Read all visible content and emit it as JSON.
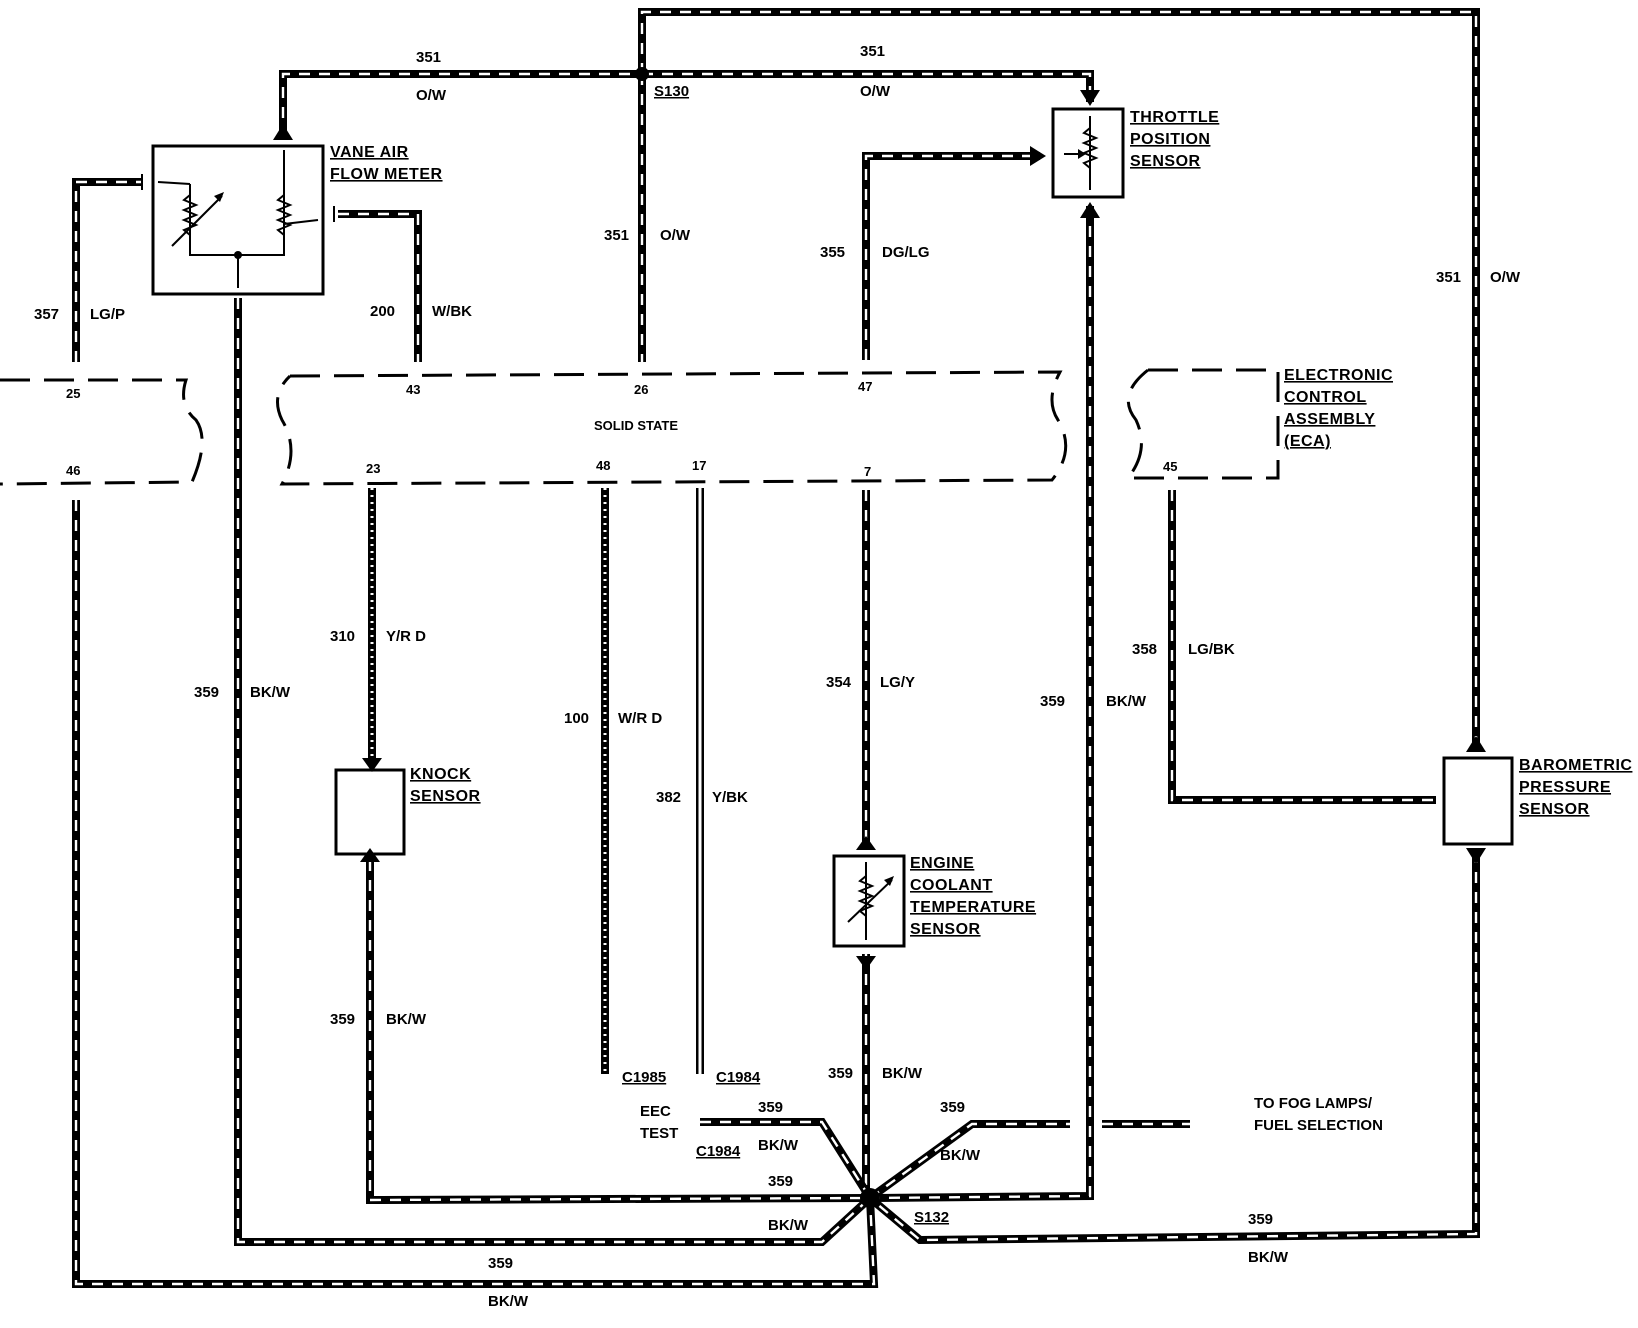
{
  "components": {
    "vane_air_flow_meter": [
      "VANE AIR",
      "FLOW METER"
    ],
    "throttle_position_sensor": [
      "THROTTLE",
      "POSITION",
      "SENSOR"
    ],
    "electronic_control_assembly": [
      "ELECTRONIC",
      "CONTROL",
      "ASSEMBLY",
      "(ECA)"
    ],
    "knock_sensor": [
      "KNOCK",
      "SENSOR"
    ],
    "engine_coolant_temperature_sensor": [
      "ENGINE",
      "COOLANT",
      "TEMPERATURE",
      "SENSOR"
    ],
    "barometric_pressure_sensor": [
      "BAROMETRIC",
      "PRESSURE",
      "SENSOR"
    ],
    "eca_body_label": "SOLID STATE",
    "fog_lamps_note": [
      "TO FOG LAMPS/",
      "FUEL SELECTION"
    ],
    "eec_test": [
      "EEC",
      "TEST"
    ]
  },
  "splices": {
    "s130": "S130",
    "s132": "S132"
  },
  "connectors": {
    "c1985": "C1985",
    "c1984": "C1984",
    "c1984_test": "C1984"
  },
  "pins": {
    "p25": "25",
    "p46": "46",
    "p43": "43",
    "p26": "26",
    "p47": "47",
    "p23": "23",
    "p48": "48",
    "p17": "17",
    "p7": "7",
    "p45": "45"
  },
  "wires": [
    {
      "circuit": "351",
      "color": "O/W"
    },
    {
      "circuit": "351",
      "color": "O/W"
    },
    {
      "circuit": "351",
      "color": "O/W"
    },
    {
      "circuit": "351",
      "color": "O/W"
    },
    {
      "circuit": "355",
      "color": "DG/LG"
    },
    {
      "circuit": "357",
      "color": "LG/P"
    },
    {
      "circuit": "200",
      "color": "W/BK"
    },
    {
      "circuit": "310",
      "color": "Y/R D"
    },
    {
      "circuit": "359",
      "color": "BK/W"
    },
    {
      "circuit": "100",
      "color": "W/R D"
    },
    {
      "circuit": "382",
      "color": "Y/BK"
    },
    {
      "circuit": "354",
      "color": "LG/Y"
    },
    {
      "circuit": "359",
      "color": "BK/W"
    },
    {
      "circuit": "358",
      "color": "LG/BK"
    },
    {
      "circuit": "359",
      "color": "BK/W"
    },
    {
      "circuit": "359",
      "color": "BK/W"
    },
    {
      "circuit": "359",
      "color": "BK/W"
    },
    {
      "circuit": "359",
      "color": "BK/W"
    },
    {
      "circuit": "359",
      "color": "BK/W"
    },
    {
      "circuit": "359",
      "color": "BK/W"
    },
    {
      "circuit": "359",
      "color": "BK/W"
    }
  ]
}
